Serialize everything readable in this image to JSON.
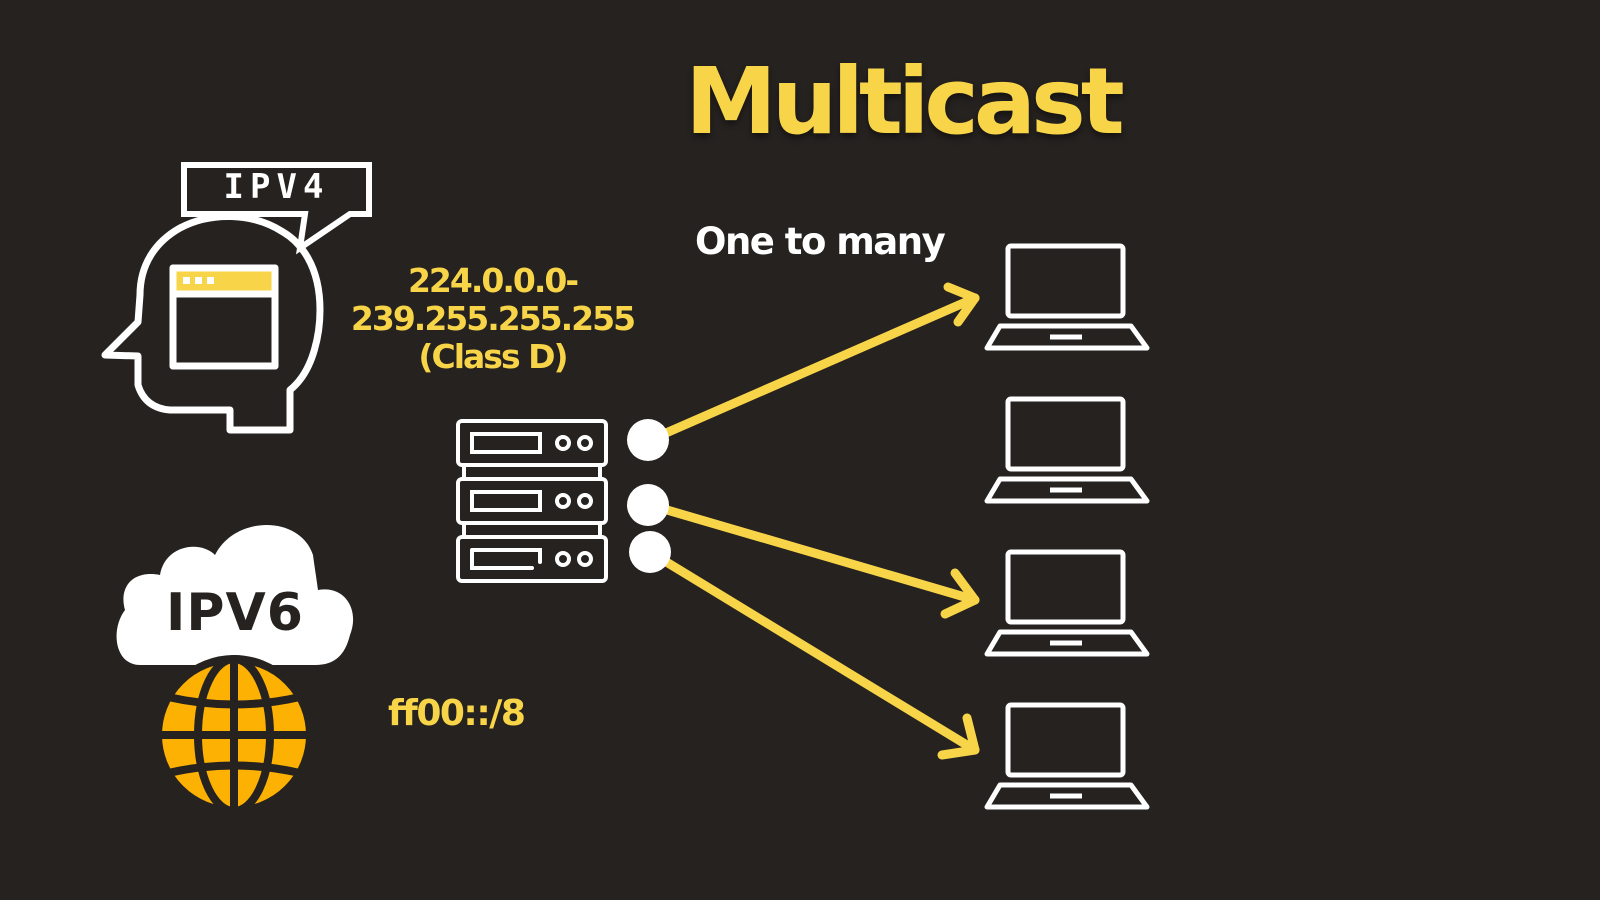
{
  "title": "Multicast",
  "tagline": "One to many",
  "ipv4": {
    "tag": "IPV4",
    "range_start": "224.0.0.0-",
    "range_end": "239.255.255.255",
    "range_class": "(Class D)"
  },
  "ipv6": {
    "tag": "IPV6",
    "range": "ff00::/8"
  },
  "colors": {
    "background": "#262220",
    "accent": "#f8d548",
    "globe": "#fdb102",
    "icon": "#ffffff"
  },
  "icons": [
    "head-browser-icon",
    "speech-bubble-icon",
    "cloud-icon",
    "globe-icon",
    "server-rack-icon",
    "laptop-icon"
  ]
}
